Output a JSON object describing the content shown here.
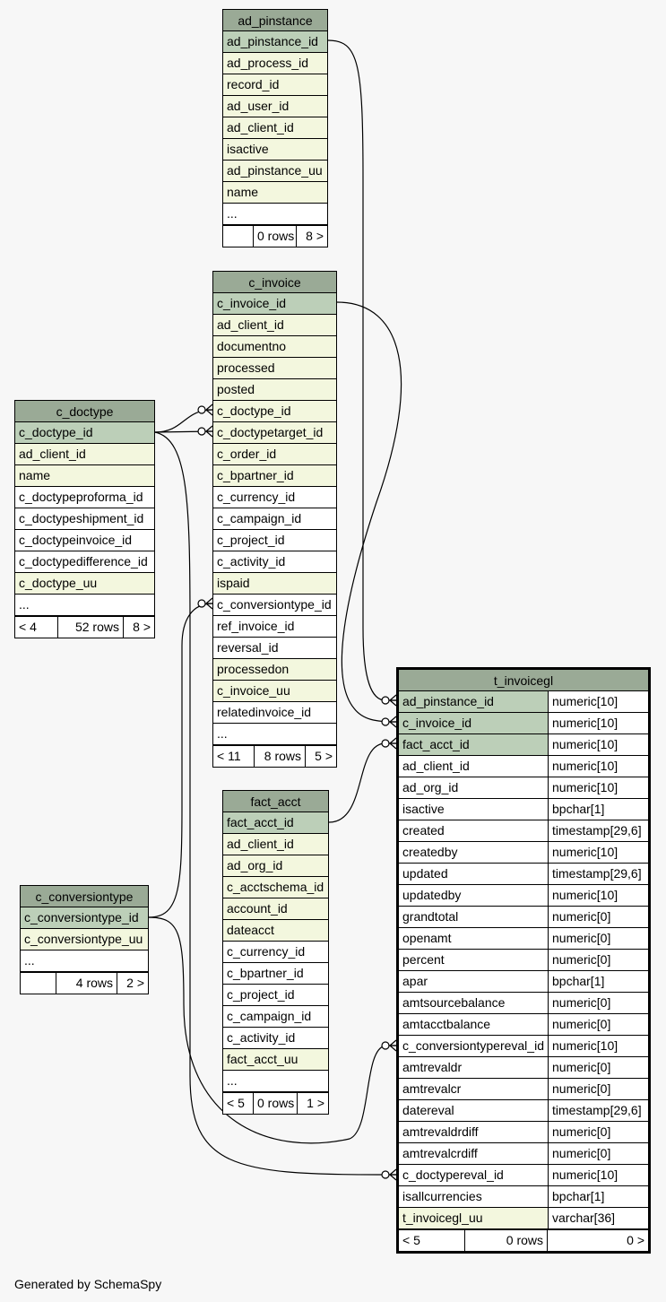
{
  "colors": {
    "header": "#9aaa96",
    "primary_key": "#bccfb8",
    "indexed": "#f3f7de",
    "plain": "#ffffff",
    "background": "#f7f7f7"
  },
  "tables": {
    "ad_pinstance": {
      "title": "ad_pinstance",
      "columns": [
        {
          "name": "ad_pinstance_id",
          "kind": "pk"
        },
        {
          "name": "ad_process_id",
          "kind": "idx"
        },
        {
          "name": "record_id",
          "kind": "idx"
        },
        {
          "name": "ad_user_id",
          "kind": "idx"
        },
        {
          "name": "ad_client_id",
          "kind": "idx"
        },
        {
          "name": "isactive",
          "kind": "idx"
        },
        {
          "name": "ad_pinstance_uu",
          "kind": "idx"
        },
        {
          "name": "name",
          "kind": "idx"
        },
        {
          "name": "...",
          "kind": "plain"
        }
      ],
      "footer": {
        "left": "",
        "middle": "0 rows",
        "right": "8 >"
      }
    },
    "c_invoice": {
      "title": "c_invoice",
      "columns": [
        {
          "name": "c_invoice_id",
          "kind": "pk"
        },
        {
          "name": "ad_client_id",
          "kind": "idx"
        },
        {
          "name": "documentno",
          "kind": "idx"
        },
        {
          "name": "processed",
          "kind": "idx"
        },
        {
          "name": "posted",
          "kind": "idx"
        },
        {
          "name": "c_doctype_id",
          "kind": "idx"
        },
        {
          "name": "c_doctypetarget_id",
          "kind": "idx"
        },
        {
          "name": "c_order_id",
          "kind": "idx"
        },
        {
          "name": "c_bpartner_id",
          "kind": "idx"
        },
        {
          "name": "c_currency_id",
          "kind": "plain"
        },
        {
          "name": "c_campaign_id",
          "kind": "plain"
        },
        {
          "name": "c_project_id",
          "kind": "plain"
        },
        {
          "name": "c_activity_id",
          "kind": "plain"
        },
        {
          "name": "ispaid",
          "kind": "idx"
        },
        {
          "name": "c_conversiontype_id",
          "kind": "plain"
        },
        {
          "name": "ref_invoice_id",
          "kind": "plain"
        },
        {
          "name": "reversal_id",
          "kind": "plain"
        },
        {
          "name": "processedon",
          "kind": "idx"
        },
        {
          "name": "c_invoice_uu",
          "kind": "idx"
        },
        {
          "name": "relatedinvoice_id",
          "kind": "plain"
        },
        {
          "name": "...",
          "kind": "plain"
        }
      ],
      "footer": {
        "left": "< 11",
        "middle": "8 rows",
        "right": "5 >"
      }
    },
    "c_doctype": {
      "title": "c_doctype",
      "columns": [
        {
          "name": "c_doctype_id",
          "kind": "pk"
        },
        {
          "name": "ad_client_id",
          "kind": "idx"
        },
        {
          "name": "name",
          "kind": "idx"
        },
        {
          "name": "c_doctypeproforma_id",
          "kind": "plain"
        },
        {
          "name": "c_doctypeshipment_id",
          "kind": "plain"
        },
        {
          "name": "c_doctypeinvoice_id",
          "kind": "plain"
        },
        {
          "name": "c_doctypedifference_id",
          "kind": "plain"
        },
        {
          "name": "c_doctype_uu",
          "kind": "idx"
        },
        {
          "name": "...",
          "kind": "plain"
        }
      ],
      "footer": {
        "left": "< 4",
        "middle": "52 rows",
        "right": "8 >"
      }
    },
    "fact_acct": {
      "title": "fact_acct",
      "columns": [
        {
          "name": "fact_acct_id",
          "kind": "pk"
        },
        {
          "name": "ad_client_id",
          "kind": "idx"
        },
        {
          "name": "ad_org_id",
          "kind": "idx"
        },
        {
          "name": "c_acctschema_id",
          "kind": "idx"
        },
        {
          "name": "account_id",
          "kind": "idx"
        },
        {
          "name": "dateacct",
          "kind": "idx"
        },
        {
          "name": "c_currency_id",
          "kind": "plain"
        },
        {
          "name": "c_bpartner_id",
          "kind": "plain"
        },
        {
          "name": "c_project_id",
          "kind": "plain"
        },
        {
          "name": "c_campaign_id",
          "kind": "plain"
        },
        {
          "name": "c_activity_id",
          "kind": "plain"
        },
        {
          "name": "fact_acct_uu",
          "kind": "idx"
        },
        {
          "name": "...",
          "kind": "plain"
        }
      ],
      "footer": {
        "left": "< 5",
        "middle": "0 rows",
        "right": "1 >"
      }
    },
    "c_conversiontype": {
      "title": "c_conversiontype",
      "columns": [
        {
          "name": "c_conversiontype_id",
          "kind": "pk"
        },
        {
          "name": "c_conversiontype_uu",
          "kind": "idx"
        },
        {
          "name": "...",
          "kind": "plain"
        }
      ],
      "footer": {
        "left": "",
        "middle": "4 rows",
        "right": "2 >"
      }
    },
    "t_invoicegl": {
      "title": "t_invoicegl",
      "columns": [
        {
          "name": "ad_pinstance_id",
          "type": "numeric[10]",
          "kind": "pk"
        },
        {
          "name": "c_invoice_id",
          "type": "numeric[10]",
          "kind": "pk"
        },
        {
          "name": "fact_acct_id",
          "type": "numeric[10]",
          "kind": "pk"
        },
        {
          "name": "ad_client_id",
          "type": "numeric[10]",
          "kind": "plain"
        },
        {
          "name": "ad_org_id",
          "type": "numeric[10]",
          "kind": "plain"
        },
        {
          "name": "isactive",
          "type": "bpchar[1]",
          "kind": "plain"
        },
        {
          "name": "created",
          "type": "timestamp[29,6]",
          "kind": "plain"
        },
        {
          "name": "createdby",
          "type": "numeric[10]",
          "kind": "plain"
        },
        {
          "name": "updated",
          "type": "timestamp[29,6]",
          "kind": "plain"
        },
        {
          "name": "updatedby",
          "type": "numeric[10]",
          "kind": "plain"
        },
        {
          "name": "grandtotal",
          "type": "numeric[0]",
          "kind": "plain"
        },
        {
          "name": "openamt",
          "type": "numeric[0]",
          "kind": "plain"
        },
        {
          "name": "percent",
          "type": "numeric[0]",
          "kind": "plain"
        },
        {
          "name": "apar",
          "type": "bpchar[1]",
          "kind": "plain"
        },
        {
          "name": "amtsourcebalance",
          "type": "numeric[0]",
          "kind": "plain"
        },
        {
          "name": "amtacctbalance",
          "type": "numeric[0]",
          "kind": "plain"
        },
        {
          "name": "c_conversiontypereval_id",
          "type": "numeric[10]",
          "kind": "plain"
        },
        {
          "name": "amtrevaldr",
          "type": "numeric[0]",
          "kind": "plain"
        },
        {
          "name": "amtrevalcr",
          "type": "numeric[0]",
          "kind": "plain"
        },
        {
          "name": "datereval",
          "type": "timestamp[29,6]",
          "kind": "plain"
        },
        {
          "name": "amtrevaldrdiff",
          "type": "numeric[0]",
          "kind": "plain"
        },
        {
          "name": "amtrevalcrdiff",
          "type": "numeric[0]",
          "kind": "plain"
        },
        {
          "name": "c_doctypereval_id",
          "type": "numeric[10]",
          "kind": "plain"
        },
        {
          "name": "isallcurrencies",
          "type": "bpchar[1]",
          "kind": "plain"
        },
        {
          "name": "t_invoicegl_uu",
          "type": "varchar[36]",
          "kind": "idx"
        }
      ],
      "footer": {
        "left": "< 5",
        "middle": "0 rows",
        "right": "0 >"
      }
    }
  },
  "footer_text": "Generated by SchemaSpy"
}
